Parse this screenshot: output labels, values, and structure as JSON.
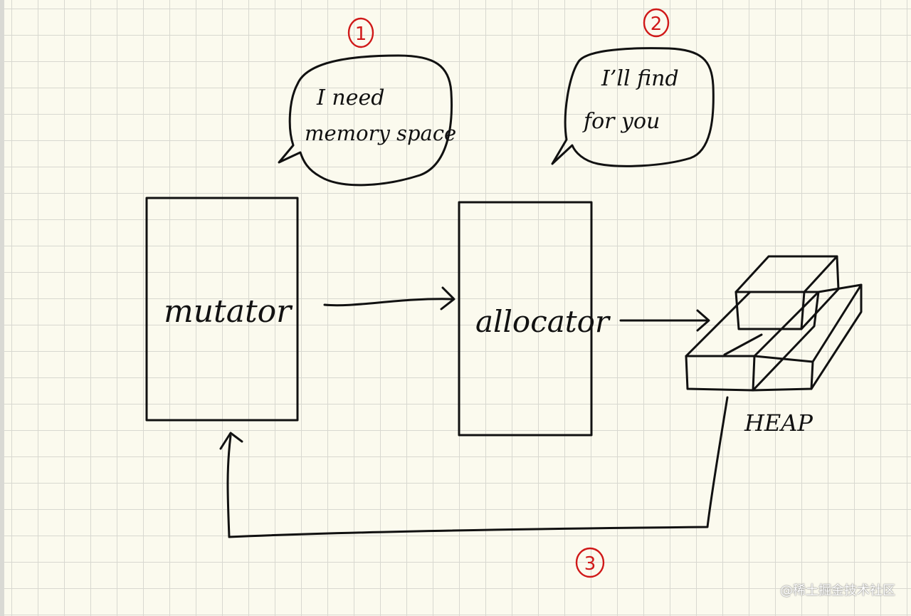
{
  "boxes": {
    "mutator": "mutator",
    "allocator": "allocator"
  },
  "bubbles": {
    "bubble1_line1": "I need",
    "bubble1_line2": "memory space",
    "bubble2_line1": "I’ll find",
    "bubble2_line2": "for you"
  },
  "steps": {
    "step1": "1",
    "step2": "2",
    "step3": "3"
  },
  "heap_label": "HEAP",
  "watermark": "@稀土掘金技术社区",
  "colors": {
    "ink": "#111111",
    "step_marker": "#d01818",
    "paper": "#fbfaee",
    "grid": "#d8d8d0"
  }
}
